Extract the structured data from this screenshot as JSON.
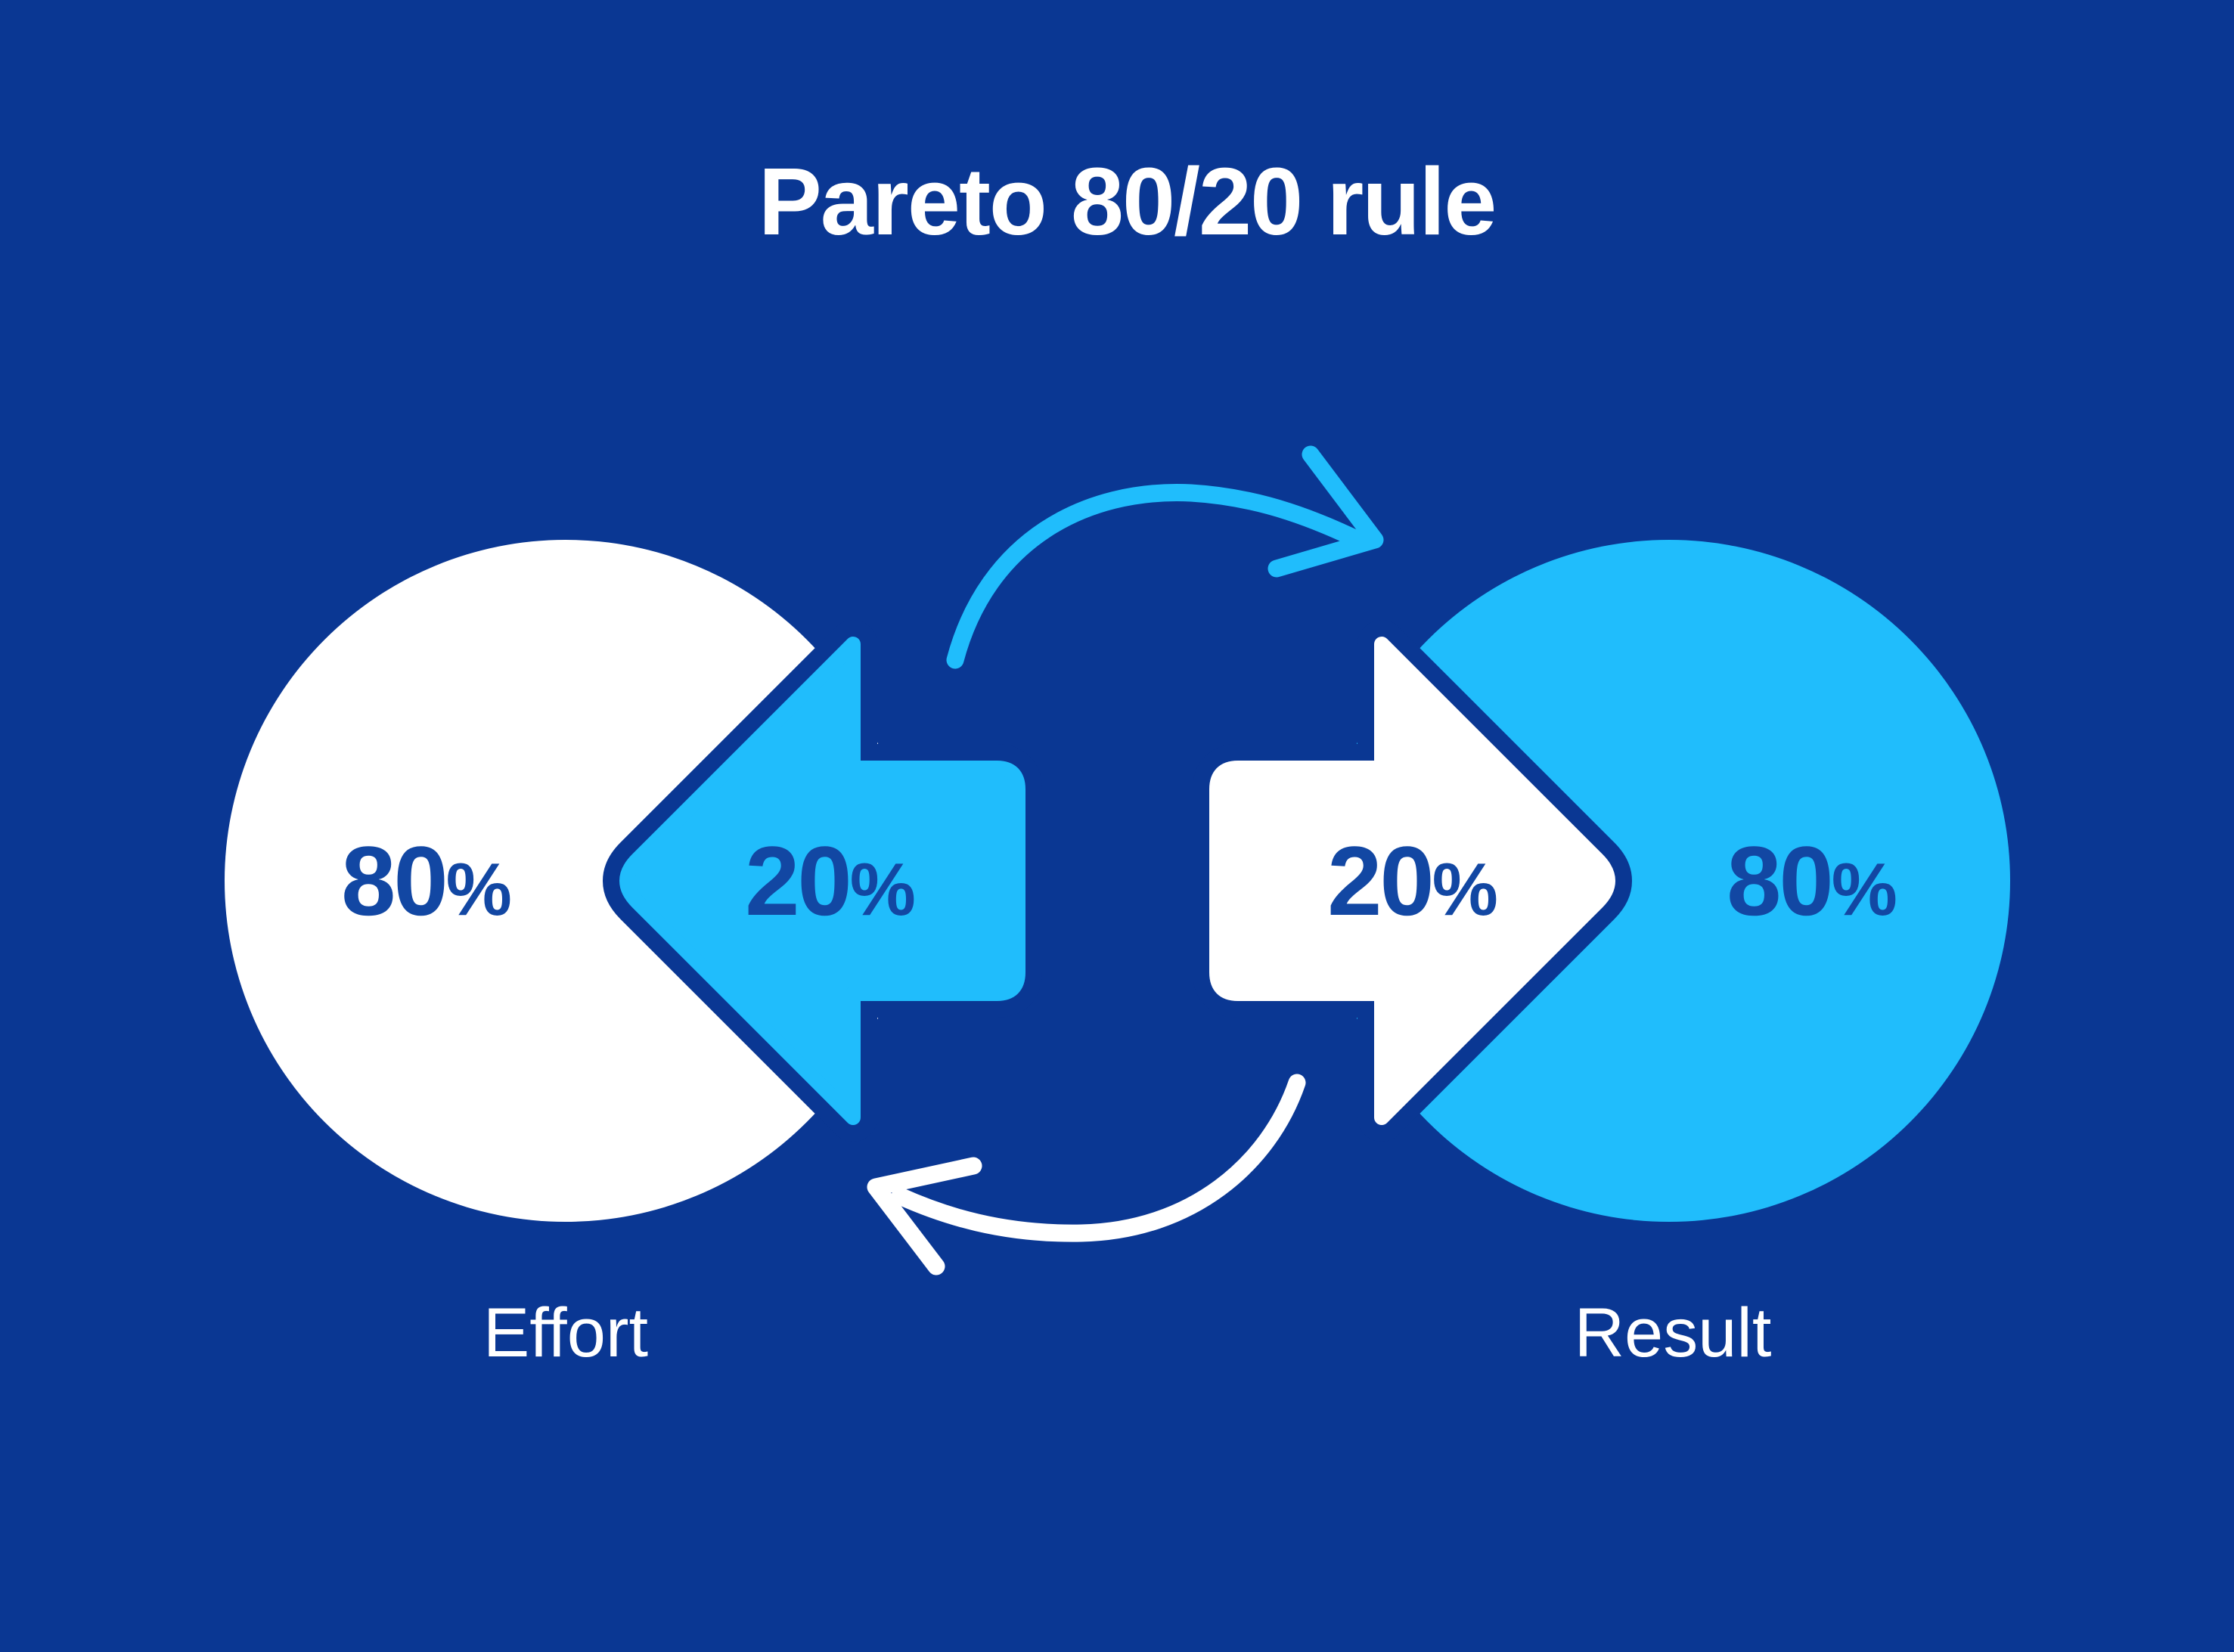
{
  "title": "Pareto 80/20 rule",
  "colors": {
    "background": "#0A3793",
    "cyan": "#20BDFC",
    "white": "#FFFFFF",
    "navy_text": "#1247A3"
  },
  "left": {
    "circle_value": "80",
    "circle_unit": "%",
    "arrow_value": "20",
    "arrow_unit": "%",
    "label": "Effort"
  },
  "right": {
    "circle_value": "80",
    "circle_unit": "%",
    "arrow_value": "20",
    "arrow_unit": "%",
    "label": "Result"
  }
}
